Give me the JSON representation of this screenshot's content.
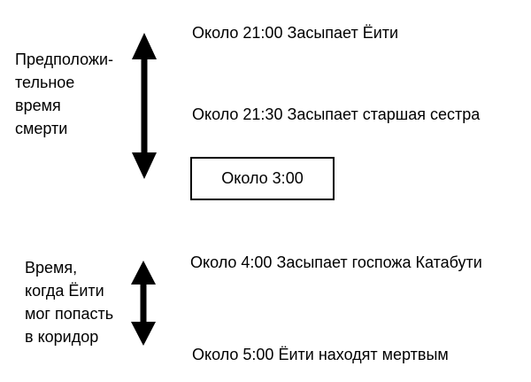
{
  "diagram": {
    "colors": {
      "background": "#ffffff",
      "ink": "#000000"
    },
    "left_annotations": [
      {
        "name": "estimated-time-of-death",
        "lines": [
          "Предположи-",
          "тельное",
          "время",
          "смерти"
        ]
      },
      {
        "name": "time-yoichi-could-enter-corridor",
        "lines": [
          "Время,",
          "когда Ёити",
          "мог попасть",
          "в коридор"
        ]
      }
    ],
    "arrows": [
      {
        "name": "double-headed-arrow-top",
        "direction": "vertical"
      },
      {
        "name": "double-headed-arrow-bottom",
        "direction": "vertical"
      }
    ],
    "events": [
      {
        "label": "Около 21:00 Засыпает Ёити",
        "boxed": false
      },
      {
        "label": "Около 21:30 Засыпает старшая сестра",
        "boxed": false
      },
      {
        "label": "Около 3:00",
        "boxed": true
      },
      {
        "label": "Около 4:00 Засыпает госпожа Катабути",
        "boxed": false
      },
      {
        "label": "Около 5:00 Ёити находят мертвым",
        "boxed": false
      }
    ]
  }
}
